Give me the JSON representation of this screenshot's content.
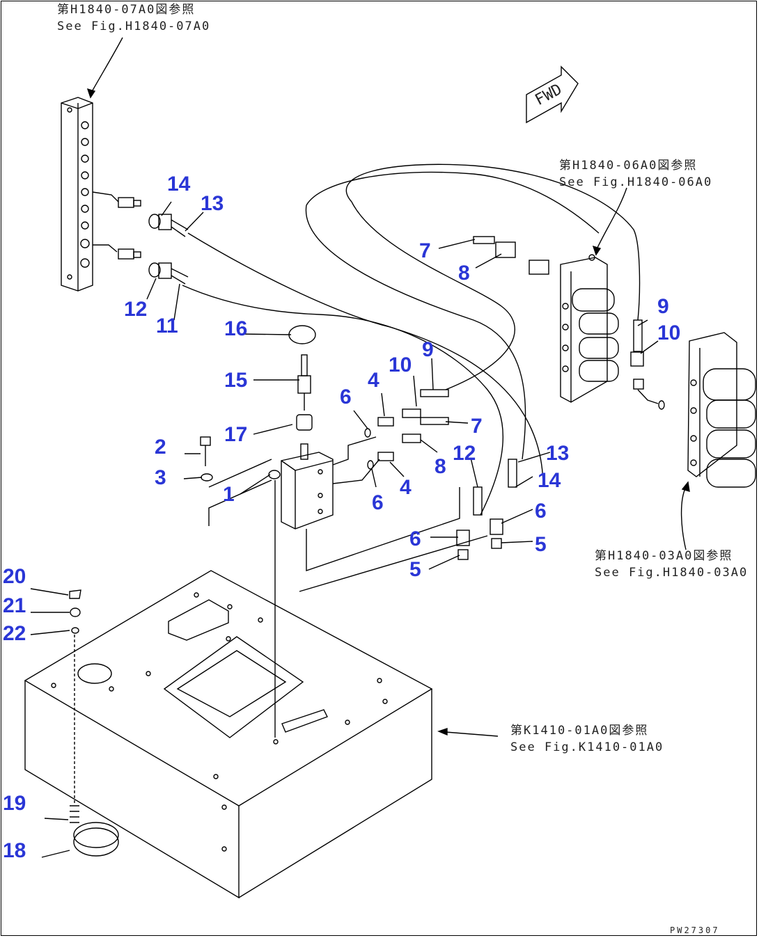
{
  "references": {
    "top_left": {
      "jp": "第H1840-07A0図参照",
      "en": "See Fig.H1840-07A0"
    },
    "right_top": {
      "jp": "第H1840-06A0図参照",
      "en": "See Fig.H1840-06A0"
    },
    "right_bottom": {
      "jp": "第H1840-03A0図参照",
      "en": "See Fig.H1840-03A0"
    },
    "base": {
      "jp": "第K1410-01A0図参照",
      "en": "See Fig.K1410-01A0"
    }
  },
  "direction_label": "FWD",
  "callouts": [
    "14",
    "13",
    "12",
    "11",
    "16",
    "15",
    "17",
    "2",
    "3",
    "1",
    "6",
    "4",
    "10",
    "9",
    "6",
    "4",
    "7",
    "8",
    "12",
    "13",
    "14",
    "6",
    "5",
    "6",
    "5",
    "7",
    "8",
    "9",
    "10",
    "20",
    "21",
    "22",
    "19",
    "18"
  ],
  "drawing_id": "PW27307",
  "colors": {
    "callout": "#2a36d6",
    "line": "#000000"
  }
}
